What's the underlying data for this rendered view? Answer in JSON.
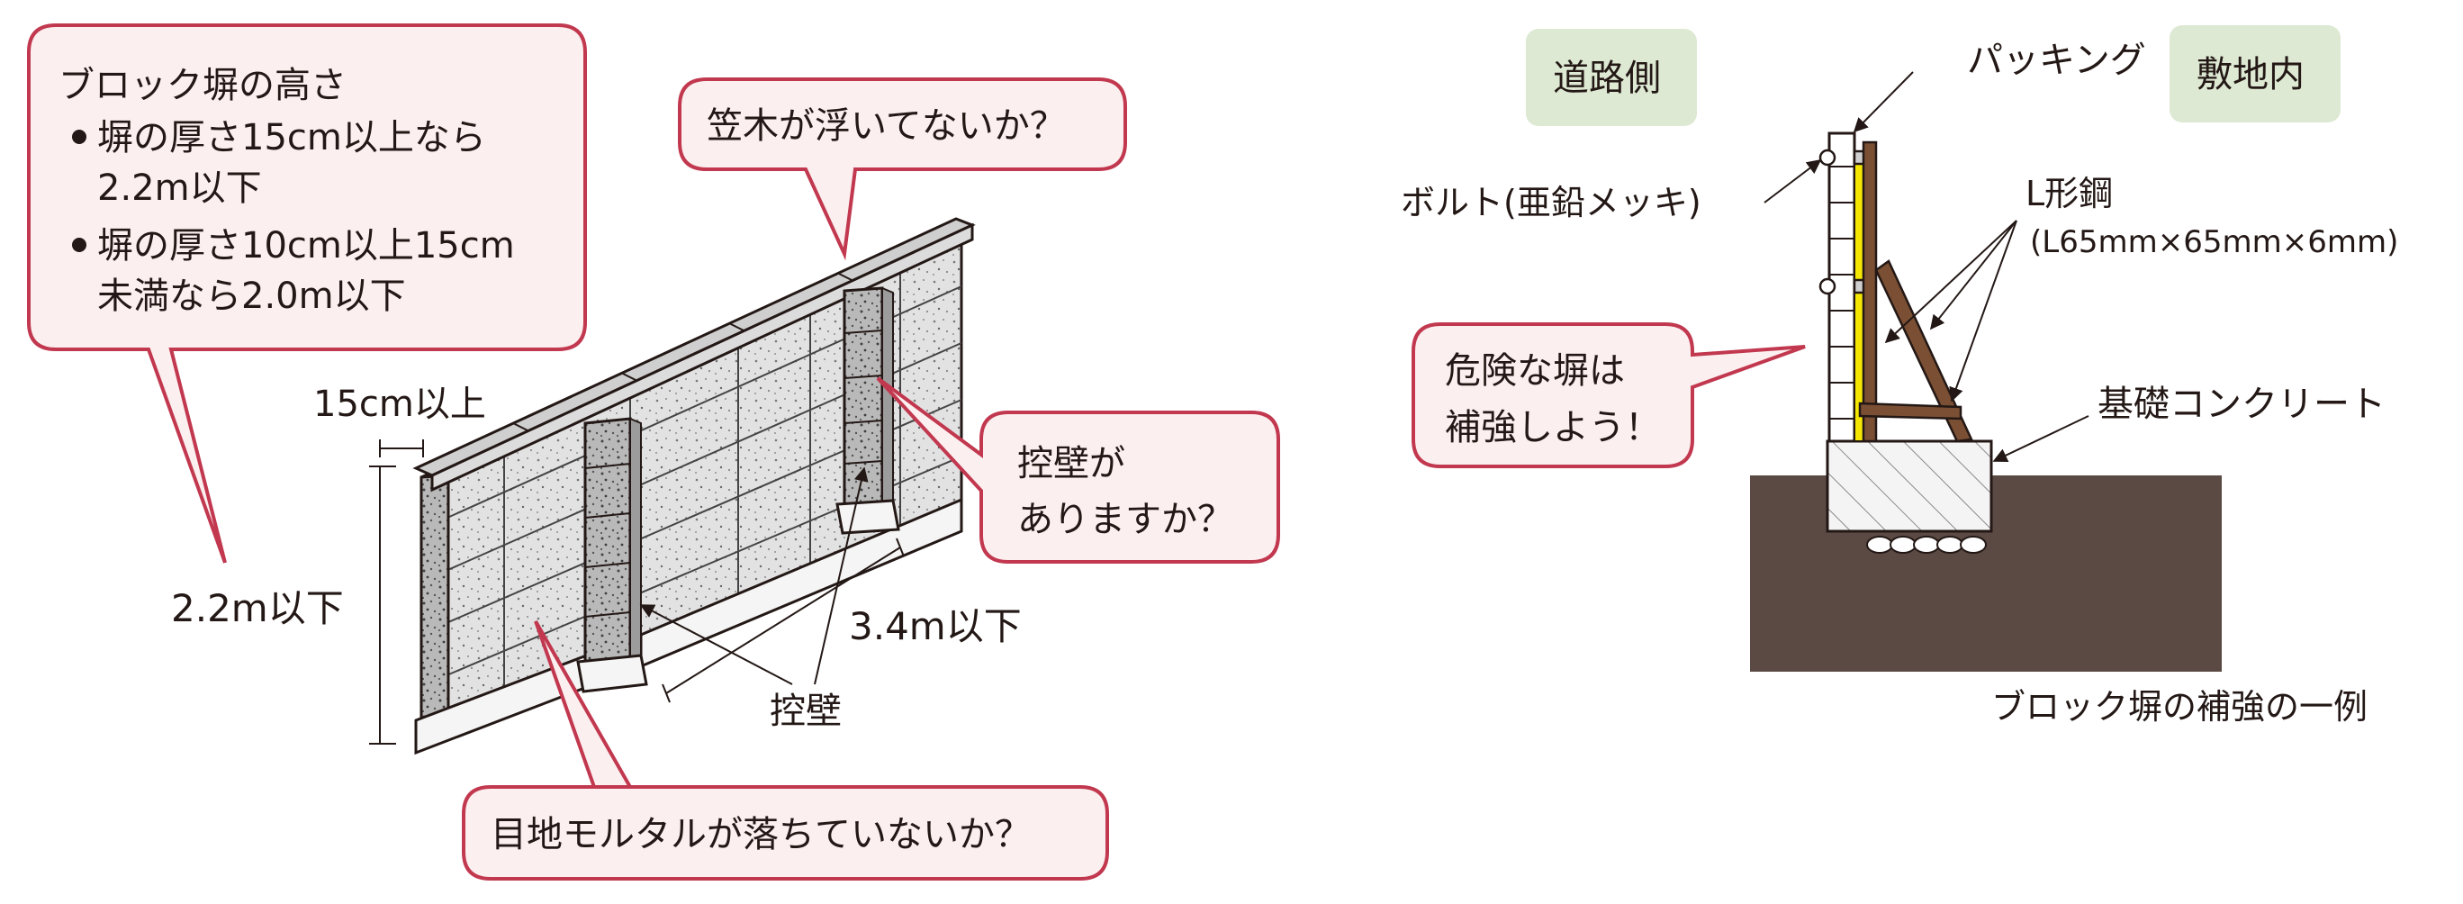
{
  "left_figure": {
    "height_rule": {
      "title": "ブロック塀の高さ",
      "item1_line1": "塀の厚さ15cm以上なら",
      "item1_line2": "2.2m以下",
      "item2_line1": "塀の厚さ10cm以上15cm",
      "item2_line2": "未満なら2.0m以下"
    },
    "coping_question": "笠木が浮いてないか？",
    "buttress_question_line1": "控壁が",
    "buttress_question_line2": "ありますか？",
    "mortar_question": "目地モルタルが落ちていないか？",
    "thickness_label": "15cm以上",
    "height_label": "2.2m以下",
    "spacing_label": "3.4m以下",
    "buttress_label": "控壁"
  },
  "right_figure": {
    "road_side": "道路側",
    "site_side": "敷地内",
    "packing": "パッキング",
    "bolt": "ボルト(亜鉛メッキ)",
    "angle_steel": "L形鋼",
    "angle_steel_size": "(L65mm×65mm×6mm)",
    "callout_line1": "危険な塀は",
    "callout_line2": "補強しよう！",
    "foundation": "基礎コンクリート",
    "caption": "ブロック塀の補強の一例"
  },
  "colors": {
    "callout_border": "#c1384f",
    "callout_fill": "#fcefef",
    "tag_fill": "#dde9d3",
    "soil": "#5b4a44",
    "steel": "#7b4f33",
    "packing": "#f4e600"
  }
}
